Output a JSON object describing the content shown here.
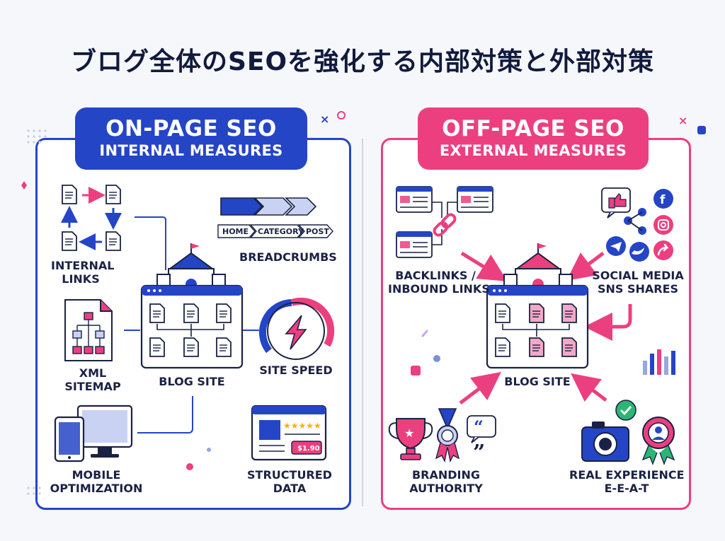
{
  "title": "ブログ全体のSEOを強化する内部対策と外部対策",
  "on_page": {
    "heading": "ON-PAGE SEO",
    "subheading": "INTERNAL MEASURES",
    "center_label": "BLOG SITE",
    "items": [
      {
        "id": "internal-links",
        "label_line1": "INTERNAL",
        "label_line2": "LINKS"
      },
      {
        "id": "breadcrumbs",
        "label_line1": "BREADCRUMBS",
        "label_line2": ""
      },
      {
        "id": "xml-sitemap",
        "label_line1": "XML",
        "label_line2": "SITEMAP"
      },
      {
        "id": "site-speed",
        "label_line1": "SITE SPEED",
        "label_line2": ""
      },
      {
        "id": "mobile",
        "label_line1": "MOBILE",
        "label_line2": "OPTIMIZATION"
      },
      {
        "id": "structured-data",
        "label_line1": "STRUCTURED",
        "label_line2": "DATA"
      }
    ],
    "breadcrumb_steps": [
      "HOME",
      "CATEGORY",
      "POST"
    ],
    "price_tag": "$1.90"
  },
  "off_page": {
    "heading": "OFF-PAGE SEO",
    "subheading": "EXTERNAL MEASURES",
    "center_label": "BLOG SITE",
    "items": [
      {
        "id": "backlinks",
        "label_line1": "BACKLINKS /",
        "label_line2": "INBOUND LINKS"
      },
      {
        "id": "social",
        "label_line1": "SOCIAL MEDIA",
        "label_line2": "SNS SHARES"
      },
      {
        "id": "branding",
        "label_line1": "BRANDING",
        "label_line2": "AUTHORITY"
      },
      {
        "id": "experience",
        "label_line1": "REAL EXPERIENCE",
        "label_line2": "E-E-A-T"
      }
    ]
  },
  "colors": {
    "blue": "#2545c7",
    "pink": "#ec3f7f",
    "navy": "#1a2244"
  }
}
